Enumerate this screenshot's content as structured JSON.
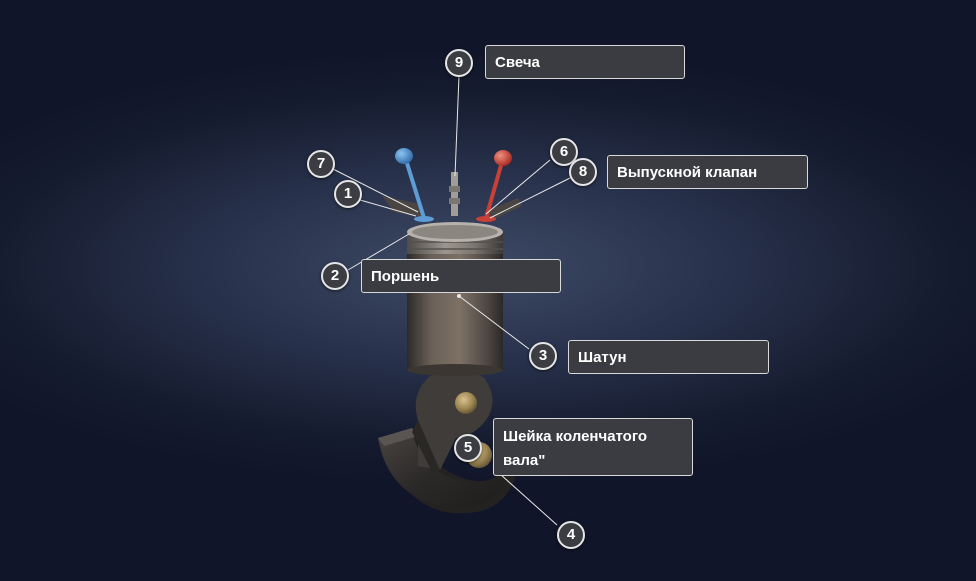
{
  "markers": [
    {
      "id": "1",
      "name": "marker-1"
    },
    {
      "id": "2",
      "name": "marker-2"
    },
    {
      "id": "3",
      "name": "marker-3"
    },
    {
      "id": "4",
      "name": "marker-4"
    },
    {
      "id": "5",
      "name": "marker-5"
    },
    {
      "id": "6",
      "name": "marker-6"
    },
    {
      "id": "7",
      "name": "marker-7"
    },
    {
      "id": "8",
      "name": "marker-8"
    },
    {
      "id": "9",
      "name": "marker-9"
    }
  ],
  "labels": {
    "spark_plug": "Свеча",
    "exhaust_valve": "Выпускной клапан",
    "piston": "Поршень",
    "connecting_rod": "Шатун",
    "crank_journal": "Шейка коленчатого вала\""
  },
  "colors": {
    "intake_valve": "#3f86c9",
    "exhaust_valve": "#c9382f",
    "marker_fill": "#3b3d42",
    "marker_border": "#e6e6e6",
    "label_fill": "#3a3c41"
  }
}
